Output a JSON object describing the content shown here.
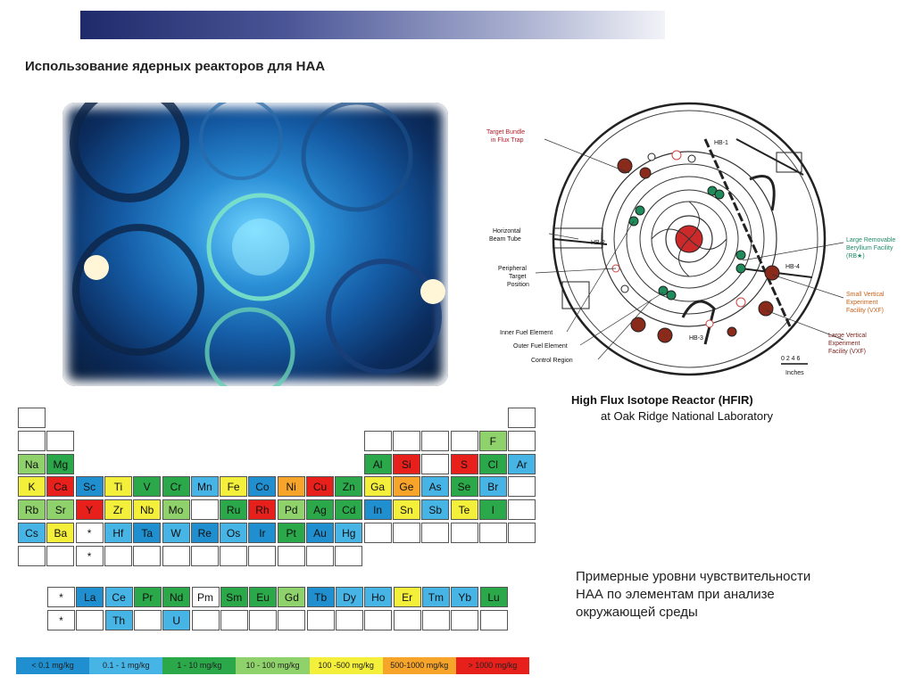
{
  "title": "Использование ядерных реакторов для НАА",
  "hfir": {
    "labels": {
      "target_bundle": [
        "Target Bundle",
        "in Flux Trap"
      ],
      "horizontal": [
        "Horizontal",
        "Beam Tube"
      ],
      "peripheral": [
        "Peripheral",
        "Target",
        "Position"
      ],
      "inner_fuel": "Inner Fuel Element",
      "outer_fuel": "Outer Fuel Element",
      "control": "Control Region",
      "large_removable": [
        "Large Removable",
        "Beryllium Facility",
        "(RB★)"
      ],
      "small_vertical": [
        "Small Vertical",
        "Experiment",
        "Facility (VXF)"
      ],
      "large_vertical": [
        "Large Vertical",
        "Experiment",
        "Facility (VXF)"
      ],
      "hb1": "HB-1",
      "hb2": "HB-2",
      "hb3": "HB-3",
      "hb4": "HB-4",
      "scale_ticks": "0 2 4 6",
      "scale_unit": "Inches"
    },
    "caption_bold": "High Flux Isotope Reactor",
    "caption_abbr": "(HFIR)",
    "caption_line2": "at Oak Ridge National Laboratory"
  },
  "note": [
    "Примерные уровни чувствительности",
    "НАА по элементам при анализе",
    "окружающей среды"
  ],
  "legend": [
    {
      "label": "< 0.1 mg/kg",
      "color": "#1f8fd0"
    },
    {
      "label": "0.1 - 1 mg/kg",
      "color": "#47b4e6"
    },
    {
      "label": "1 - 10 mg/kg",
      "color": "#2aa84a"
    },
    {
      "label": "10 - 100 mg/kg",
      "color": "#8fd16a"
    },
    {
      "label": "100 -500 mg/kg",
      "color": "#f4ef3a"
    },
    {
      "label": "500-1000 mg/kg",
      "color": "#f7a42a"
    },
    {
      "label": "> 1000 mg/kg",
      "color": "#e8201c"
    }
  ],
  "periodic": [
    {
      "s": "",
      "c": "",
      "r": 0,
      "col": 0
    },
    {
      "s": "",
      "c": "",
      "r": 0,
      "col": 17
    },
    {
      "s": "",
      "c": "",
      "r": 1,
      "col": 0
    },
    {
      "s": "",
      "c": "",
      "r": 1,
      "col": 1
    },
    {
      "s": "",
      "c": "",
      "r": 1,
      "col": 12
    },
    {
      "s": "",
      "c": "",
      "r": 1,
      "col": 13
    },
    {
      "s": "",
      "c": "",
      "r": 1,
      "col": 14
    },
    {
      "s": "",
      "c": "",
      "r": 1,
      "col": 15
    },
    {
      "s": "F",
      "c": "#8fd16a",
      "r": 1,
      "col": 16
    },
    {
      "s": "",
      "c": "",
      "r": 1,
      "col": 17
    },
    {
      "s": "Na",
      "c": "#8fd16a",
      "r": 2,
      "col": 0
    },
    {
      "s": "Mg",
      "c": "#2aa84a",
      "r": 2,
      "col": 1
    },
    {
      "s": "Al",
      "c": "#2aa84a",
      "r": 2,
      "col": 12
    },
    {
      "s": "Si",
      "c": "#e8201c",
      "r": 2,
      "col": 13
    },
    {
      "s": "",
      "c": "",
      "r": 2,
      "col": 14
    },
    {
      "s": "S",
      "c": "#e8201c",
      "r": 2,
      "col": 15
    },
    {
      "s": "Cl",
      "c": "#2aa84a",
      "r": 2,
      "col": 16
    },
    {
      "s": "Ar",
      "c": "#47b4e6",
      "r": 2,
      "col": 17
    },
    {
      "s": "K",
      "c": "#f4ef3a",
      "r": 3,
      "col": 0
    },
    {
      "s": "Ca",
      "c": "#e8201c",
      "r": 3,
      "col": 1
    },
    {
      "s": "Sc",
      "c": "#1f8fd0",
      "r": 3,
      "col": 2
    },
    {
      "s": "Ti",
      "c": "#f4ef3a",
      "r": 3,
      "col": 3
    },
    {
      "s": "V",
      "c": "#2aa84a",
      "r": 3,
      "col": 4
    },
    {
      "s": "Cr",
      "c": "#2aa84a",
      "r": 3,
      "col": 5
    },
    {
      "s": "Mn",
      "c": "#47b4e6",
      "r": 3,
      "col": 6
    },
    {
      "s": "Fe",
      "c": "#f4ef3a",
      "r": 3,
      "col": 7
    },
    {
      "s": "Co",
      "c": "#1f8fd0",
      "r": 3,
      "col": 8
    },
    {
      "s": "Ni",
      "c": "#f7a42a",
      "r": 3,
      "col": 9
    },
    {
      "s": "Cu",
      "c": "#e8201c",
      "r": 3,
      "col": 10
    },
    {
      "s": "Zn",
      "c": "#2aa84a",
      "r": 3,
      "col": 11
    },
    {
      "s": "Ga",
      "c": "#f4ef3a",
      "r": 3,
      "col": 12
    },
    {
      "s": "Ge",
      "c": "#f7a42a",
      "r": 3,
      "col": 13
    },
    {
      "s": "As",
      "c": "#47b4e6",
      "r": 3,
      "col": 14
    },
    {
      "s": "Se",
      "c": "#2aa84a",
      "r": 3,
      "col": 15
    },
    {
      "s": "Br",
      "c": "#47b4e6",
      "r": 3,
      "col": 16
    },
    {
      "s": "",
      "c": "",
      "r": 3,
      "col": 17
    },
    {
      "s": "Rb",
      "c": "#8fd16a",
      "r": 4,
      "col": 0
    },
    {
      "s": "Sr",
      "c": "#8fd16a",
      "r": 4,
      "col": 1
    },
    {
      "s": "Y",
      "c": "#e8201c",
      "r": 4,
      "col": 2
    },
    {
      "s": "Zr",
      "c": "#f4ef3a",
      "r": 4,
      "col": 3
    },
    {
      "s": "Nb",
      "c": "#f4ef3a",
      "r": 4,
      "col": 4
    },
    {
      "s": "Mo",
      "c": "#8fd16a",
      "r": 4,
      "col": 5
    },
    {
      "s": "",
      "c": "",
      "r": 4,
      "col": 6
    },
    {
      "s": "Ru",
      "c": "#2aa84a",
      "r": 4,
      "col": 7
    },
    {
      "s": "Rh",
      "c": "#e8201c",
      "r": 4,
      "col": 8
    },
    {
      "s": "Pd",
      "c": "#8fd16a",
      "r": 4,
      "col": 9
    },
    {
      "s": "Ag",
      "c": "#2aa84a",
      "r": 4,
      "col": 10
    },
    {
      "s": "Cd",
      "c": "#2aa84a",
      "r": 4,
      "col": 11
    },
    {
      "s": "In",
      "c": "#1f8fd0",
      "r": 4,
      "col": 12
    },
    {
      "s": "Sn",
      "c": "#f4ef3a",
      "r": 4,
      "col": 13
    },
    {
      "s": "Sb",
      "c": "#47b4e6",
      "r": 4,
      "col": 14
    },
    {
      "s": "Te",
      "c": "#f4ef3a",
      "r": 4,
      "col": 15
    },
    {
      "s": "I",
      "c": "#2aa84a",
      "r": 4,
      "col": 16
    },
    {
      "s": "",
      "c": "",
      "r": 4,
      "col": 17
    },
    {
      "s": "Cs",
      "c": "#47b4e6",
      "r": 5,
      "col": 0
    },
    {
      "s": "Ba",
      "c": "#f4ef3a",
      "r": 5,
      "col": 1
    },
    {
      "s": "*",
      "c": "",
      "r": 5,
      "col": 2
    },
    {
      "s": "Hf",
      "c": "#47b4e6",
      "r": 5,
      "col": 3
    },
    {
      "s": "Ta",
      "c": "#1f8fd0",
      "r": 5,
      "col": 4
    },
    {
      "s": "W",
      "c": "#47b4e6",
      "r": 5,
      "col": 5
    },
    {
      "s": "Re",
      "c": "#1f8fd0",
      "r": 5,
      "col": 6
    },
    {
      "s": "Os",
      "c": "#47b4e6",
      "r": 5,
      "col": 7
    },
    {
      "s": "Ir",
      "c": "#1f8fd0",
      "r": 5,
      "col": 8
    },
    {
      "s": "Pt",
      "c": "#2aa84a",
      "r": 5,
      "col": 9
    },
    {
      "s": "Au",
      "c": "#1f8fd0",
      "r": 5,
      "col": 10
    },
    {
      "s": "Hg",
      "c": "#47b4e6",
      "r": 5,
      "col": 11
    },
    {
      "s": "",
      "c": "",
      "r": 5,
      "col": 12
    },
    {
      "s": "",
      "c": "",
      "r": 5,
      "col": 13
    },
    {
      "s": "",
      "c": "",
      "r": 5,
      "col": 14
    },
    {
      "s": "",
      "c": "",
      "r": 5,
      "col": 15
    },
    {
      "s": "",
      "c": "",
      "r": 5,
      "col": 16
    },
    {
      "s": "",
      "c": "",
      "r": 5,
      "col": 17
    },
    {
      "s": "",
      "c": "",
      "r": 6,
      "col": 0
    },
    {
      "s": "",
      "c": "",
      "r": 6,
      "col": 1
    },
    {
      "s": "*",
      "c": "",
      "r": 6,
      "col": 2
    },
    {
      "s": "",
      "c": "",
      "r": 6,
      "col": 3
    },
    {
      "s": "",
      "c": "",
      "r": 6,
      "col": 4
    },
    {
      "s": "",
      "c": "",
      "r": 6,
      "col": 5
    },
    {
      "s": "",
      "c": "",
      "r": 6,
      "col": 6
    },
    {
      "s": "",
      "c": "",
      "r": 6,
      "col": 7
    },
    {
      "s": "",
      "c": "",
      "r": 6,
      "col": 8
    },
    {
      "s": "",
      "c": "",
      "r": 6,
      "col": 9
    },
    {
      "s": "",
      "c": "",
      "r": 6,
      "col": 10
    },
    {
      "s": "",
      "c": "",
      "r": 6,
      "col": 11
    }
  ],
  "fblock": [
    {
      "s": "*",
      "c": "",
      "r": 0,
      "col": 0
    },
    {
      "s": "La",
      "c": "#1f8fd0",
      "r": 0,
      "col": 1
    },
    {
      "s": "Ce",
      "c": "#47b4e6",
      "r": 0,
      "col": 2
    },
    {
      "s": "Pr",
      "c": "#2aa84a",
      "r": 0,
      "col": 3
    },
    {
      "s": "Nd",
      "c": "#2aa84a",
      "r": 0,
      "col": 4
    },
    {
      "s": "Pm",
      "c": "",
      "r": 0,
      "col": 5
    },
    {
      "s": "Sm",
      "c": "#2aa84a",
      "r": 0,
      "col": 6
    },
    {
      "s": "Eu",
      "c": "#2aa84a",
      "r": 0,
      "col": 7
    },
    {
      "s": "Gd",
      "c": "#8fd16a",
      "r": 0,
      "col": 8
    },
    {
      "s": "Tb",
      "c": "#1f8fd0",
      "r": 0,
      "col": 9
    },
    {
      "s": "Dy",
      "c": "#47b4e6",
      "r": 0,
      "col": 10
    },
    {
      "s": "Ho",
      "c": "#47b4e6",
      "r": 0,
      "col": 11
    },
    {
      "s": "Er",
      "c": "#f4ef3a",
      "r": 0,
      "col": 12
    },
    {
      "s": "Tm",
      "c": "#47b4e6",
      "r": 0,
      "col": 13
    },
    {
      "s": "Yb",
      "c": "#47b4e6",
      "r": 0,
      "col": 14
    },
    {
      "s": "Lu",
      "c": "#2aa84a",
      "r": 0,
      "col": 15
    },
    {
      "s": "*",
      "c": "",
      "r": 1,
      "col": 0
    },
    {
      "s": "",
      "c": "",
      "r": 1,
      "col": 1
    },
    {
      "s": "Th",
      "c": "#47b4e6",
      "r": 1,
      "col": 2
    },
    {
      "s": "",
      "c": "",
      "r": 1,
      "col": 3
    },
    {
      "s": "U",
      "c": "#47b4e6",
      "r": 1,
      "col": 4
    },
    {
      "s": "",
      "c": "",
      "r": 1,
      "col": 5
    },
    {
      "s": "",
      "c": "",
      "r": 1,
      "col": 6
    },
    {
      "s": "",
      "c": "",
      "r": 1,
      "col": 7
    },
    {
      "s": "",
      "c": "",
      "r": 1,
      "col": 8
    },
    {
      "s": "",
      "c": "",
      "r": 1,
      "col": 9
    },
    {
      "s": "",
      "c": "",
      "r": 1,
      "col": 10
    },
    {
      "s": "",
      "c": "",
      "r": 1,
      "col": 11
    },
    {
      "s": "",
      "c": "",
      "r": 1,
      "col": 12
    },
    {
      "s": "",
      "c": "",
      "r": 1,
      "col": 13
    },
    {
      "s": "",
      "c": "",
      "r": 1,
      "col": 14
    },
    {
      "s": "",
      "c": "",
      "r": 1,
      "col": 15
    }
  ]
}
